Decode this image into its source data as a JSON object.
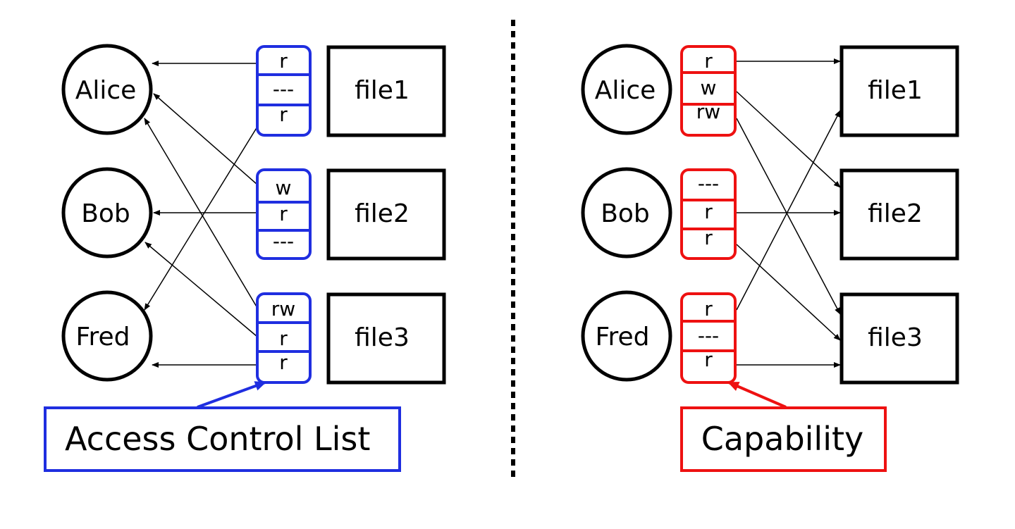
{
  "colors": {
    "acl": "#1f2ee0",
    "capability": "#ee1111",
    "ink": "#000000"
  },
  "acl_panel": {
    "users": [
      "Alice",
      "Bob",
      "Fred"
    ],
    "files": [
      "file1",
      "file2",
      "file3"
    ],
    "lists": [
      [
        "r",
        "---",
        "r"
      ],
      [
        "w",
        "r",
        "---"
      ],
      [
        "rw",
        "r",
        "r"
      ]
    ],
    "label": "Access Control List"
  },
  "capability_panel": {
    "users": [
      "Alice",
      "Bob",
      "Fred"
    ],
    "files": [
      "file1",
      "file2",
      "file3"
    ],
    "lists": [
      [
        "r",
        "w",
        "rw"
      ],
      [
        "---",
        "r",
        "r"
      ],
      [
        "r",
        "---",
        "r"
      ]
    ],
    "label": "Capability"
  }
}
